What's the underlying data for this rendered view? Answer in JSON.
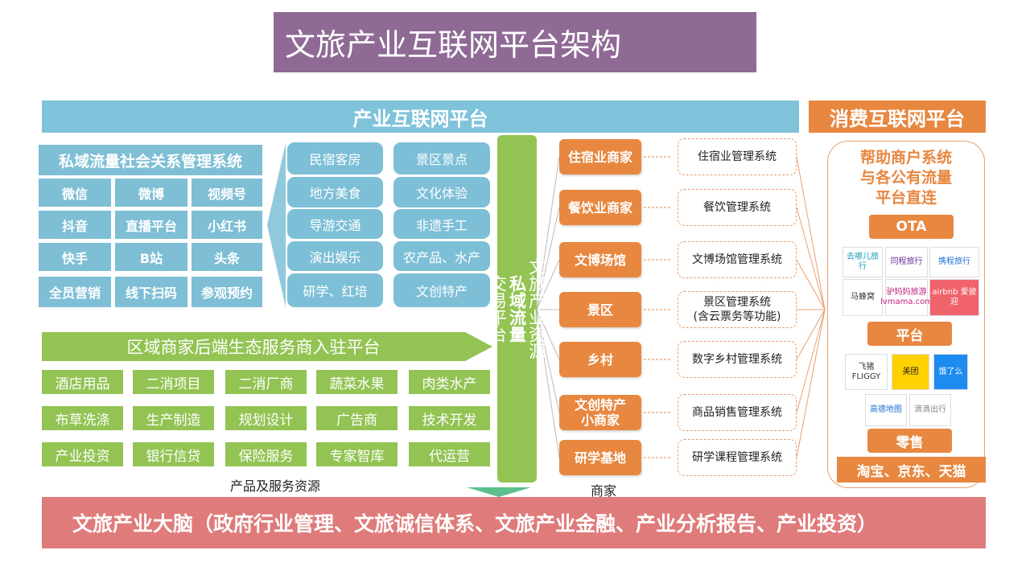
{
  "title": "文旅产业互联网平台架构",
  "industry_platform": "产业互联网平台",
  "consumer_platform": "消费互联网平台",
  "private_domain": {
    "title": "私域流量社会关系管理系统",
    "items": [
      "微信",
      "微博",
      "视频号",
      "抖音",
      "直播平台",
      "小红书",
      "快手",
      "B站",
      "头条",
      "全员营销",
      "线下扫码",
      "参观预约"
    ]
  },
  "resources": {
    "col1": [
      "民宿客房",
      "地方美食",
      "导游交通",
      "演出娱乐",
      "研学、红培"
    ],
    "col2": [
      "景区景点",
      "文化体验",
      "非遗手工",
      "农产品、水产",
      "文创特产"
    ]
  },
  "trading_platform": {
    "part1": "文旅产业资源",
    "part2": "私域流量",
    "part3": "交易平台"
  },
  "backend_platform": "区域商家后端生态服务商入驻平台",
  "services": [
    "酒店用品",
    "二消项目",
    "二消厂商",
    "蔬菜水果",
    "肉类水产",
    "布草洗涤",
    "生产制造",
    "规划设计",
    "广告商",
    "技术开发",
    "产业投资",
    "银行信贷",
    "保险服务",
    "专家智库",
    "代运营"
  ],
  "services_caption": "产品及服务资源",
  "merchants": [
    "住宿业商家",
    "餐饮业商家",
    "文博场馆",
    "景区",
    "乡村",
    "文创特产\n小商家",
    "研学基地"
  ],
  "merchants_caption": "商家",
  "systems": [
    "住宿业管理系统",
    "餐饮管理系统",
    "文博场馆管理系统",
    "景区管理系统\n(含云票务等功能)",
    "数字乡村管理系统",
    "商品销售管理系统",
    "研学课程管理系统"
  ],
  "consumer": {
    "heading": [
      "帮助商户系统",
      "与各公有流量",
      "平台直连"
    ],
    "ota_label": "OTA",
    "ota_logos": [
      "去哪儿旅行",
      "同程旅行",
      "携程旅行",
      "马蜂窝",
      "驴妈妈旅游 lvmama.com",
      "airbnb 爱彼迎"
    ],
    "platform_label": "平台",
    "platform_logos": [
      "飞猪 FLIGGY",
      "美团",
      "饿了么",
      "高德地图",
      "滴滴出行"
    ],
    "retail_label": "零售",
    "retail_text": "淘宝、京东、天猫"
  },
  "brain": "文旅产业大脑（政府行业管理、文旅诚信体系、文旅产业金融、产业分析报告、产业投资）",
  "colors": {
    "purple": "#8E6A95",
    "blue": "#7EC3DA",
    "orange": "#E8873F",
    "green": "#92C353",
    "pink": "#E07B7B"
  }
}
